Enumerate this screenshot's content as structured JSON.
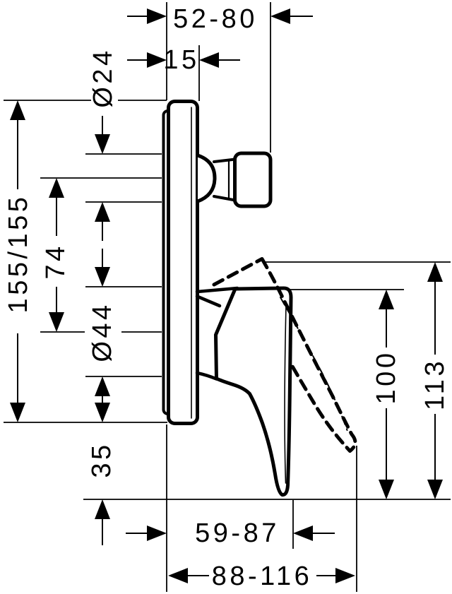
{
  "drawing": {
    "kind": "technical-dimension-drawing",
    "colors": {
      "ink": "#000000",
      "background": "#ffffff"
    },
    "dimensions": {
      "depth_range": "52-80",
      "escutcheon_thickness": "15",
      "knob_diameter": "Ø24",
      "escutcheon_size": "155/155",
      "centers_spacing": "74",
      "spout_diameter": "Ø44",
      "lever_below_escutcheon": "35",
      "lever_height_closed": "100",
      "lever_height_open": "113",
      "lever_reach_closed": "59-87",
      "lever_reach_open": "88-116"
    }
  }
}
